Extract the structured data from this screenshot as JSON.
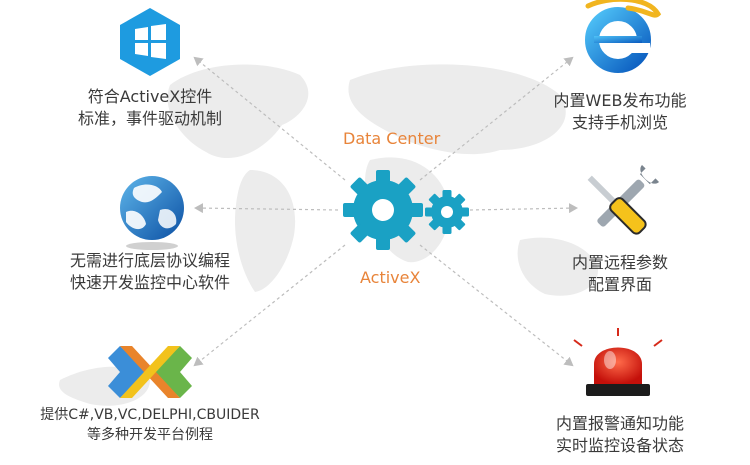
{
  "center": {
    "top_label": "Data Center",
    "bottom_label": "ActiveX",
    "accent_color": "#e8843a",
    "gear_color": "#1aa1c4"
  },
  "nodes": [
    {
      "id": "activex-control",
      "icon": "windows-logo-icon",
      "lines": [
        "符合ActiveX控件",
        "标准，事件驱动机制"
      ]
    },
    {
      "id": "no-protocol",
      "icon": "globe-icon",
      "lines": [
        "无需进行底层协议编程",
        "快速开发监控中心软件"
      ]
    },
    {
      "id": "languages",
      "icon": "visual-studio-icon",
      "lines": [
        "提供C#,VB,VC,DELPHI,CBUIDER",
        "等多种开发平台例程"
      ]
    },
    {
      "id": "web-publish",
      "icon": "internet-explorer-icon",
      "lines": [
        "内置WEB发布功能",
        "支持手机浏览"
      ]
    },
    {
      "id": "remote-config",
      "icon": "wrench-screwdriver-icon",
      "lines": [
        "内置远程参数",
        "配置界面"
      ]
    },
    {
      "id": "alarm",
      "icon": "alarm-siren-icon",
      "lines": [
        "内置报警通知功能",
        "实时监控设备状态"
      ]
    }
  ]
}
